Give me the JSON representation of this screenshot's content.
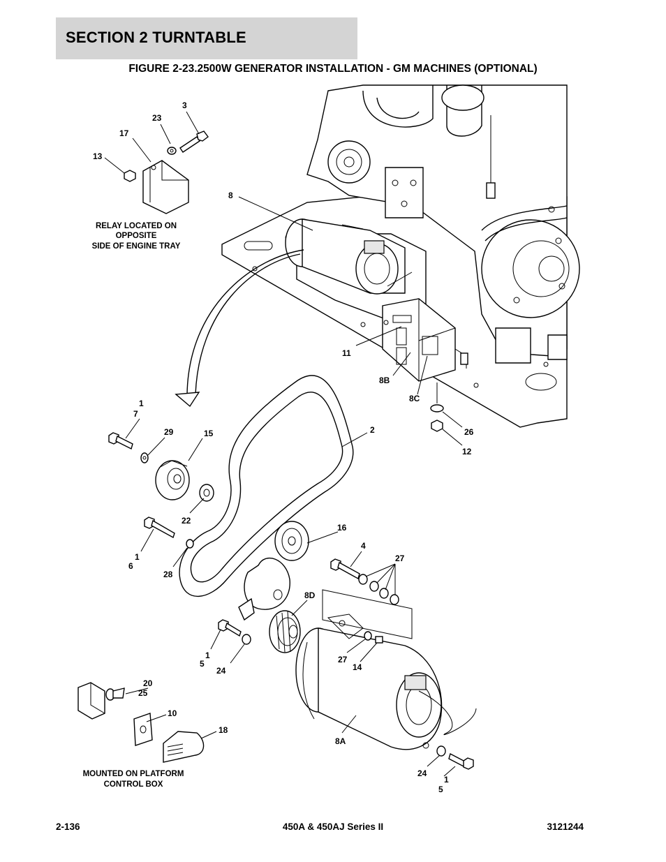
{
  "header": {
    "section": "SECTION 2   TURNTABLE"
  },
  "figure": {
    "title": "FIGURE 2-23.2500W GENERATOR INSTALLATION - GM MACHINES (OPTIONAL)"
  },
  "notes": {
    "relay": [
      "RELAY LOCATED ON",
      "OPPOSITE",
      "SIDE OF ENGINE TRAY"
    ],
    "platform": [
      "MOUNTED ON PLATFORM",
      "CONTROL BOX"
    ]
  },
  "callouts": {
    "c3": "3",
    "c23": "23",
    "c17": "17",
    "c13": "13",
    "c8": "8",
    "c11": "11",
    "c8b": "8B",
    "c8c": "8C",
    "c26": "26",
    "c12": "12",
    "c1a": "1",
    "c7": "7",
    "c29": "29",
    "c15": "15",
    "c2": "2",
    "c22": "22",
    "c16": "16",
    "c1b": "1",
    "c6": "6",
    "c28": "28",
    "c4": "4",
    "c27a": "27",
    "c8d": "8D",
    "c1c": "1",
    "c5a": "5",
    "c24a": "24",
    "c27b": "27",
    "c14": "14",
    "c20": "20",
    "c25": "25",
    "c10": "10",
    "c18": "18",
    "c8a": "8A",
    "c24b": "24",
    "c1d": "1",
    "c5b": "5"
  },
  "footer": {
    "page": "2-136",
    "model": "450A & 450AJ Series II",
    "doc": "3121244"
  }
}
